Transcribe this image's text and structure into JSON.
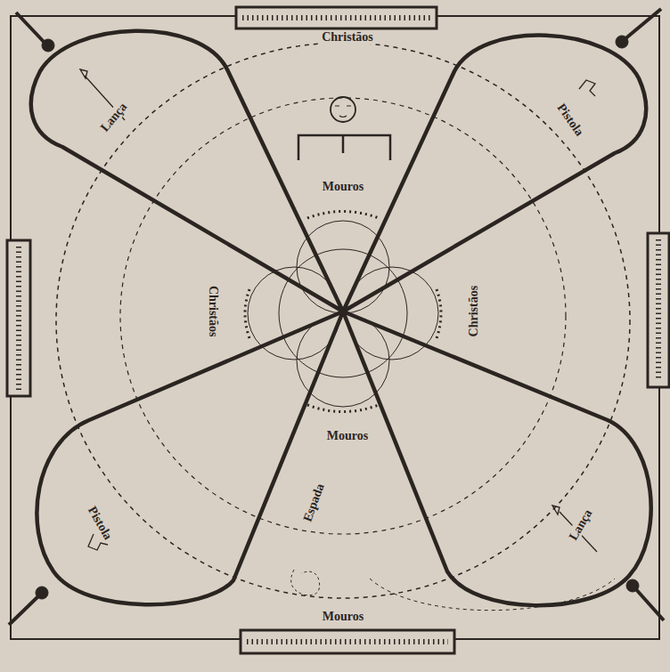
{
  "diagram": {
    "labels": [
      "Christãos",
      "Lança",
      "Pistola",
      "Mouros",
      "Christãos",
      "Christãos",
      "Mouros",
      "Espada",
      "Pistola",
      "Lança",
      "Mouros"
    ]
  }
}
